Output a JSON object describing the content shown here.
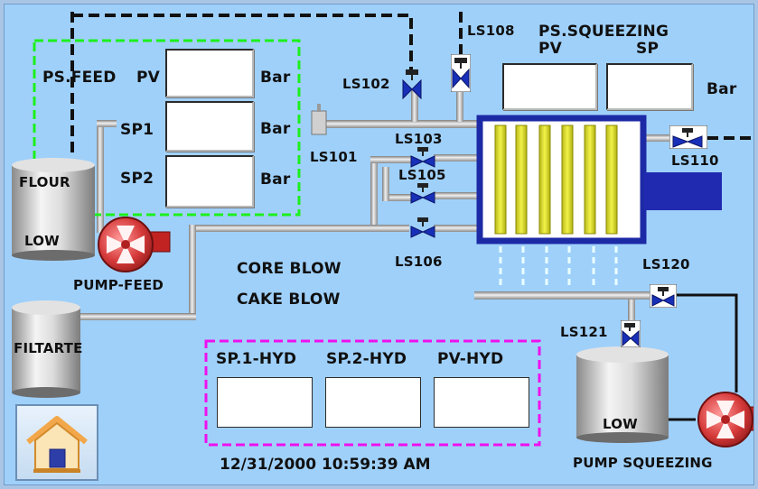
{
  "colors": {
    "background": "#9fd0fa",
    "feed_group_border": "#1cf01c",
    "hyd_group_border": "#ee10ee",
    "filter_press_frame": "#1d2aa6",
    "filter_plate": "#dede2a",
    "valve": "#1830b8",
    "pipe": "#c8c8c8"
  },
  "feed": {
    "title": "PS.FEED",
    "pv_label": "PV",
    "sp1_label": "SP1",
    "sp2_label": "SP2",
    "unit_pv": "Bar",
    "unit_sp1": "Bar",
    "unit_sp2": "Bar"
  },
  "squeezing": {
    "title": "PS.SQUEEZING",
    "pv_label": "PV",
    "sp_label": "SP",
    "unit": "Bar"
  },
  "valves": {
    "ls101": "LS101",
    "ls102": "LS102",
    "ls103": "LS103",
    "ls105": "LS105",
    "ls106": "LS106",
    "ls108": "LS108",
    "ls110": "LS110",
    "ls120": "LS120",
    "ls121": "LS121"
  },
  "tanks": {
    "flour_name": "FLOUR",
    "flour_level": "LOW",
    "filtrate_name": "FILTARTE",
    "squeeze_level": "LOW"
  },
  "pumps": {
    "feed": "PUMP-FEED",
    "squeezing": "PUMP SQUEEZING"
  },
  "commands": {
    "core_blow": "CORE BLOW",
    "cake_blow": "CAKE BLOW"
  },
  "hyd": {
    "sp1": "SP.1-HYD",
    "sp2": "SP.2-HYD",
    "pv": "PV-HYD"
  },
  "datetime": "12/31/2000 10:59:39 AM",
  "icons": {
    "home": "home-icon",
    "pump": "pump-icon",
    "valve": "valve-icon",
    "tank": "tank-icon",
    "filter_press": "filter-press-icon"
  }
}
